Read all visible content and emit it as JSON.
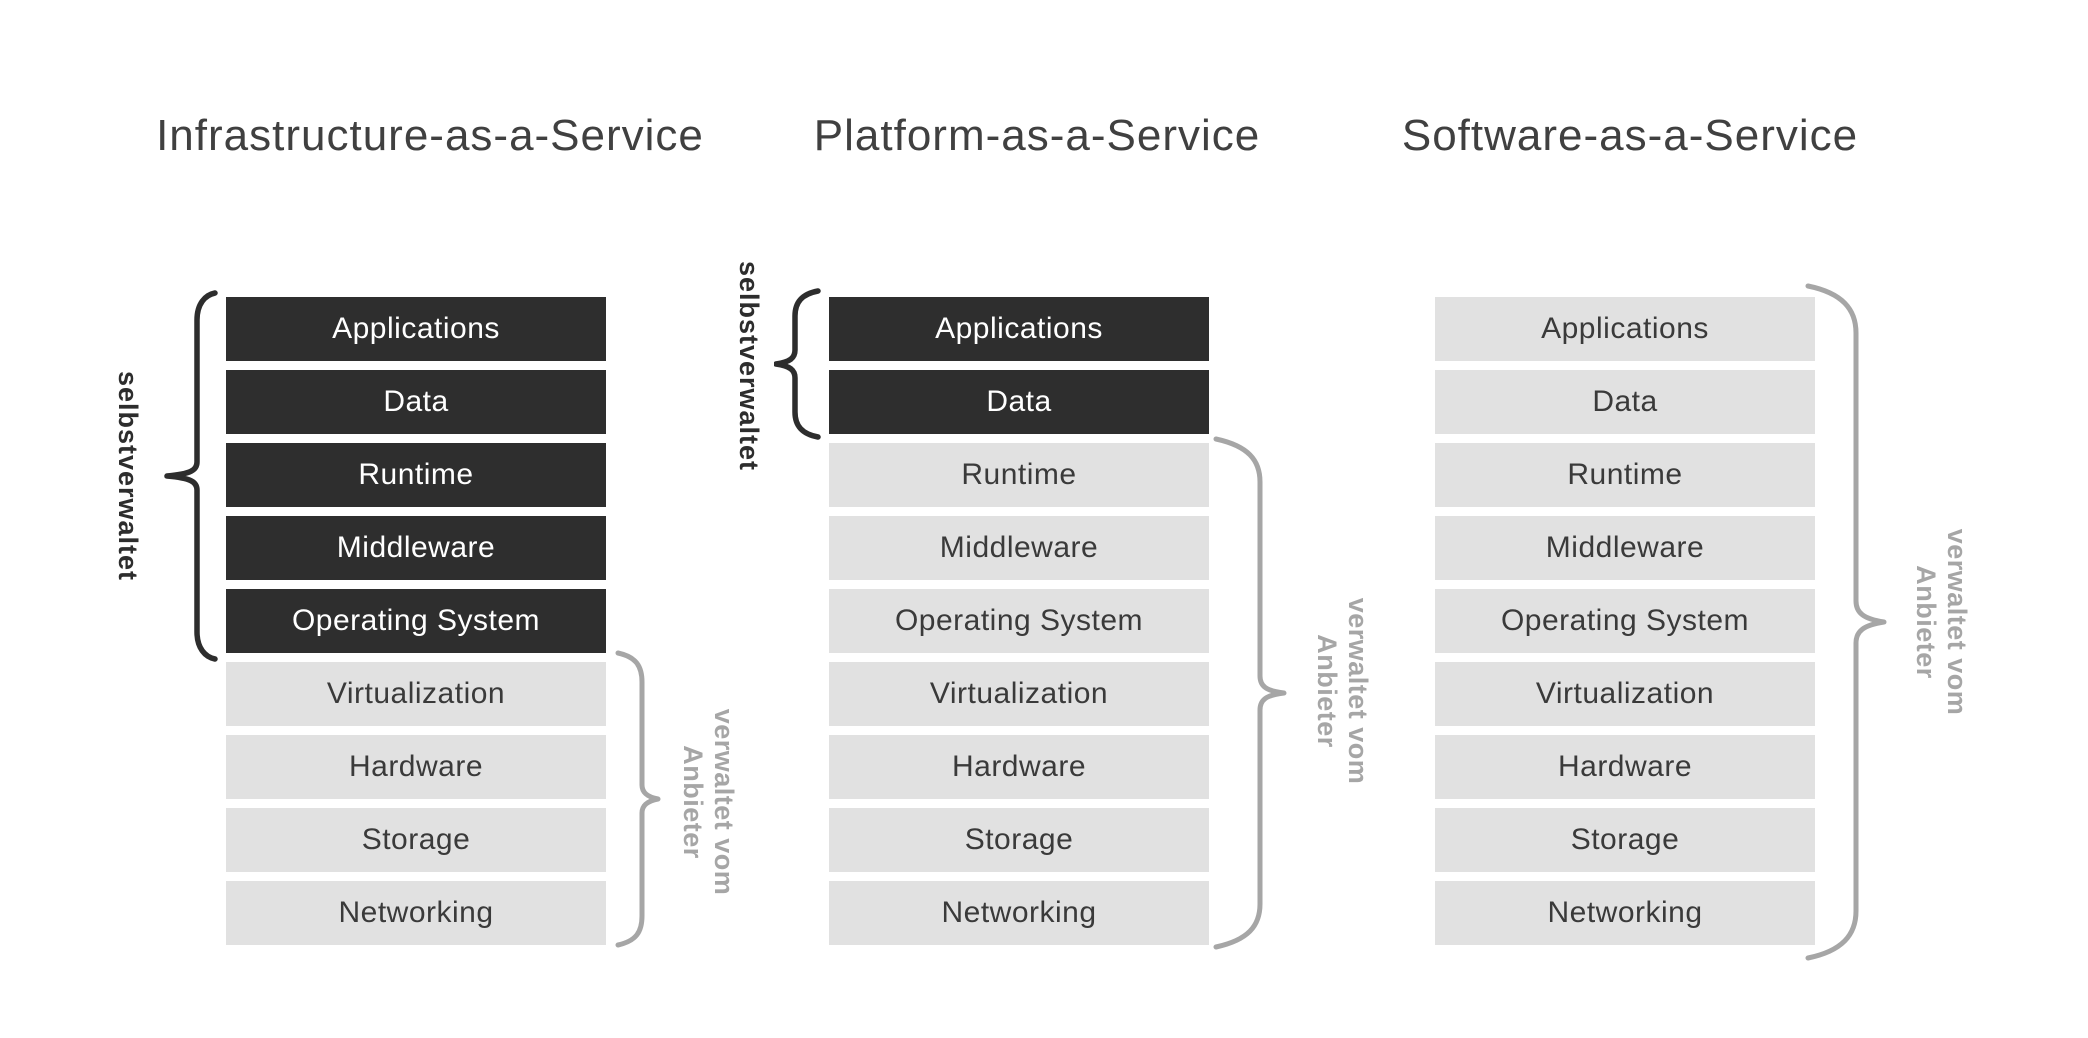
{
  "diagram": {
    "titles": {
      "iaas": "Infrastructure-as-a-Service",
      "paas": "Platform-as-a-Service",
      "saas": "Software-as-a-Service"
    },
    "layers": [
      "Applications",
      "Data",
      "Runtime",
      "Middleware",
      "Operating System",
      "Virtualization",
      "Hardware",
      "Storage",
      "Networking"
    ],
    "columns": [
      {
        "id": "iaas",
        "self_managed_layer_count": 5,
        "provider_managed_layer_count": 4
      },
      {
        "id": "paas",
        "self_managed_layer_count": 2,
        "provider_managed_layer_count": 7
      },
      {
        "id": "saas",
        "self_managed_layer_count": 0,
        "provider_managed_layer_count": 9
      }
    ],
    "brace_labels": {
      "self": "selbstverwaltet",
      "provider_line1": "verwaltet vom",
      "provider_line2": "Anbieter"
    },
    "colors": {
      "self_managed_box": "#2e2e2e",
      "provider_managed_box": "#e1e1e1",
      "self_annotation": "#2d2d2d",
      "provider_annotation": "#a6a6a6",
      "title_text": "#404040",
      "background": "#ffffff"
    }
  }
}
